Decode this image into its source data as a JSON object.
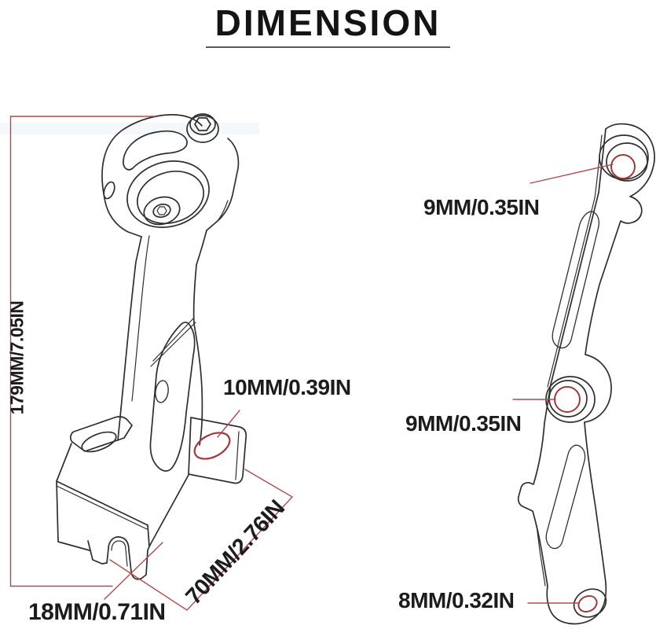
{
  "title": "DIMENSION",
  "colors": {
    "background": "#ffffff",
    "line_art": "#2e2e2e",
    "dimension_line_red": "#b04a4f",
    "hole_highlight_red": "#9e3a3e",
    "label_text": "#1c1c1c",
    "title_text": "#141414"
  },
  "clamp_bracket": {
    "dimensions": {
      "overall_height": "179MM/7.05IN",
      "tab_hole": "10MM/0.39IN",
      "base_length": "70MM/2.76IN",
      "slot_width": "18MM/0.71IN"
    }
  },
  "mounting_arm": {
    "dimensions": {
      "top_hole": "9MM/0.35IN",
      "middle_hole": "9MM/0.35IN",
      "bottom_hole": "8MM/0.32IN"
    }
  }
}
